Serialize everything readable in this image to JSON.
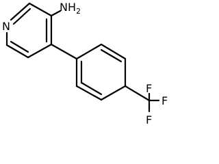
{
  "molecule": {
    "atoms": {
      "pyridine_n": "N",
      "amine": "NH2",
      "fluorine_top": "F",
      "fluorine_right": "F",
      "fluorine_bottom": "F"
    }
  }
}
